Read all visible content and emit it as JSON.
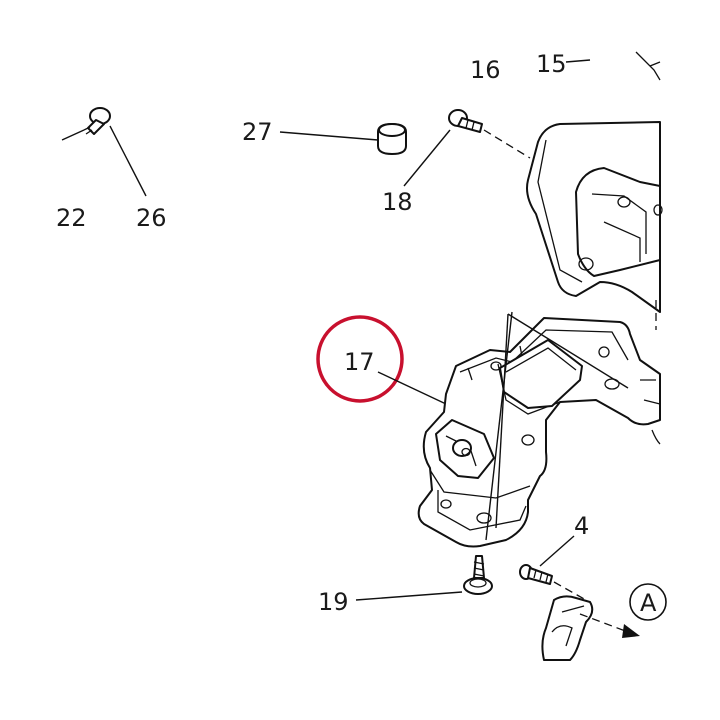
{
  "diagram": {
    "callouts": {
      "c4": "4",
      "c15": "15",
      "c16": "16",
      "c17": "17",
      "c18": "18",
      "c19": "19",
      "c22": "22",
      "c26": "26",
      "c27": "27"
    },
    "view_marker": "A",
    "highlight": {
      "target": "17",
      "color": "#c8102e"
    },
    "colors": {
      "ink": "#111111",
      "background": "#ffffff"
    }
  }
}
